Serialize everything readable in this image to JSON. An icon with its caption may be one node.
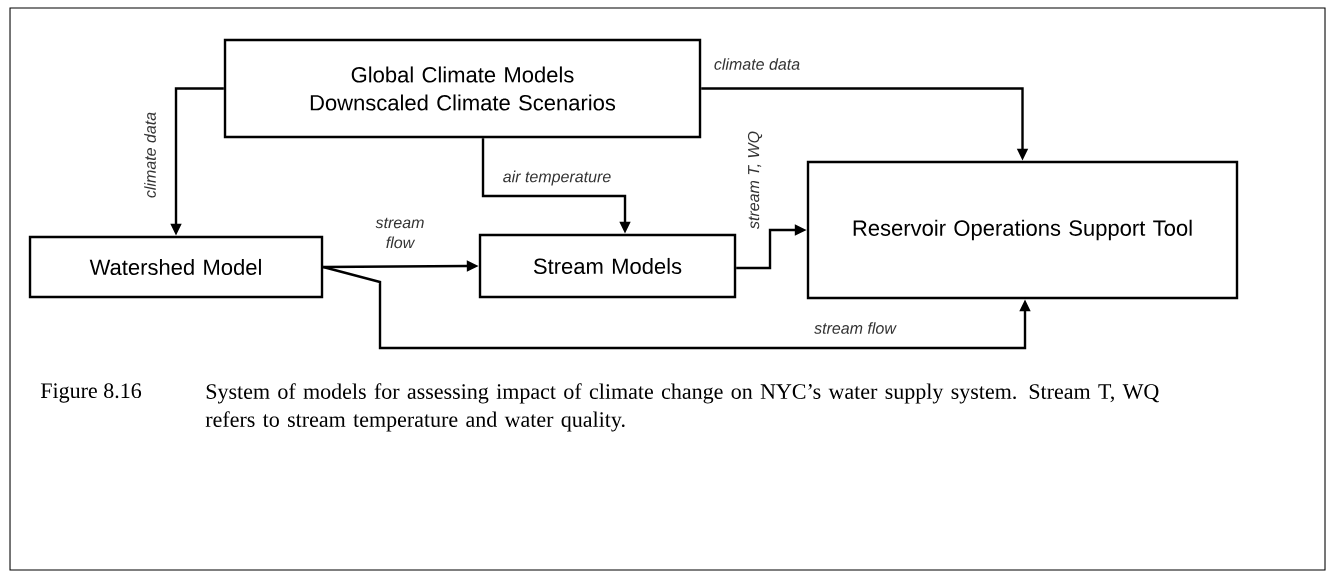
{
  "diagram": {
    "caption": "System of models for assessing impact of climate change on NYC’s water supply system. Stream T, WQ refers to stream temperature and water quality.",
    "nodes": [
      {
        "text": [
          "Global Climate Models",
          "Downscaled Climate Scenarios"
        ]
      },
      {
        "text": [
          "Watershed Model"
        ]
      },
      {
        "text": [
          "Stream Models"
        ]
      },
      {
        "text": [
          "Reservoir Operations Support Tool"
        ]
      }
    ],
    "edges": [
      {
        "from": 0,
        "to": 1,
        "arrow": "to",
        "label": "climate data"
      },
      {
        "from": 0,
        "to": 3,
        "arrow": "to",
        "label": "climate data"
      },
      {
        "from": 0,
        "to": 2,
        "arrow": "to",
        "label": "air temperature"
      },
      {
        "from": 1,
        "to": 2,
        "arrow": "to",
        "label": "stream flow"
      },
      {
        "from": 1,
        "to": 3,
        "arrow": "to",
        "label": "stream flow"
      },
      {
        "from": 2,
        "to": 3,
        "arrow": "to",
        "label": "stream T, WQ"
      }
    ],
    "labels": [
      "Figure 8.16"
    ]
  }
}
